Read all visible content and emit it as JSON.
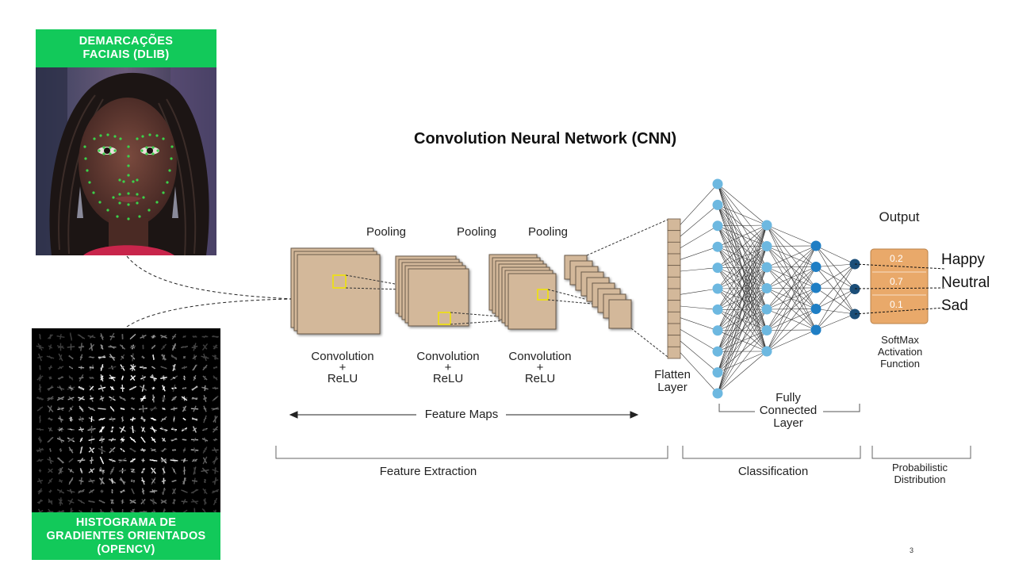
{
  "labels": {
    "dlib": "DEMARCAÇÕES\nFACIAIS (DLIB)",
    "hog": "HISTOGRAMA DE\nGRADIENTES ORIENTADOS\n(OPENCV)"
  },
  "cnn": {
    "title": "Convolution  Neural  Network (CNN)",
    "pooling": [
      "Pooling",
      "Pooling",
      "Pooling"
    ],
    "conv_relu": [
      "Convolution",
      "+",
      "ReLU"
    ],
    "feature_maps": "Feature  Maps",
    "flatten": [
      "Flatten",
      "Layer"
    ],
    "fully_connected": [
      "Fully",
      "Connected",
      "Layer"
    ],
    "output_title": "Output",
    "softmax": [
      "SoftMax",
      "Activation",
      "Function"
    ],
    "outputs": [
      {
        "value": "0.2",
        "label": "Happy"
      },
      {
        "value": "0.7",
        "label": "Neutral"
      },
      {
        "value": "0.1",
        "label": "Sad"
      }
    ],
    "sections": {
      "feature_extraction": "Feature Extraction",
      "classification": "Classification",
      "probabilistic": [
        "Probabilistic",
        "Distribution"
      ]
    }
  },
  "colors": {
    "green": "#12c95a",
    "map_fill": "#d3b89a",
    "softmax_fill": "#e9a96a",
    "node_light": "#6db8e0",
    "node_mid": "#1f7ec4",
    "node_dark": "#1b4e78",
    "highlight": "#f2e600"
  },
  "page_number": "3"
}
